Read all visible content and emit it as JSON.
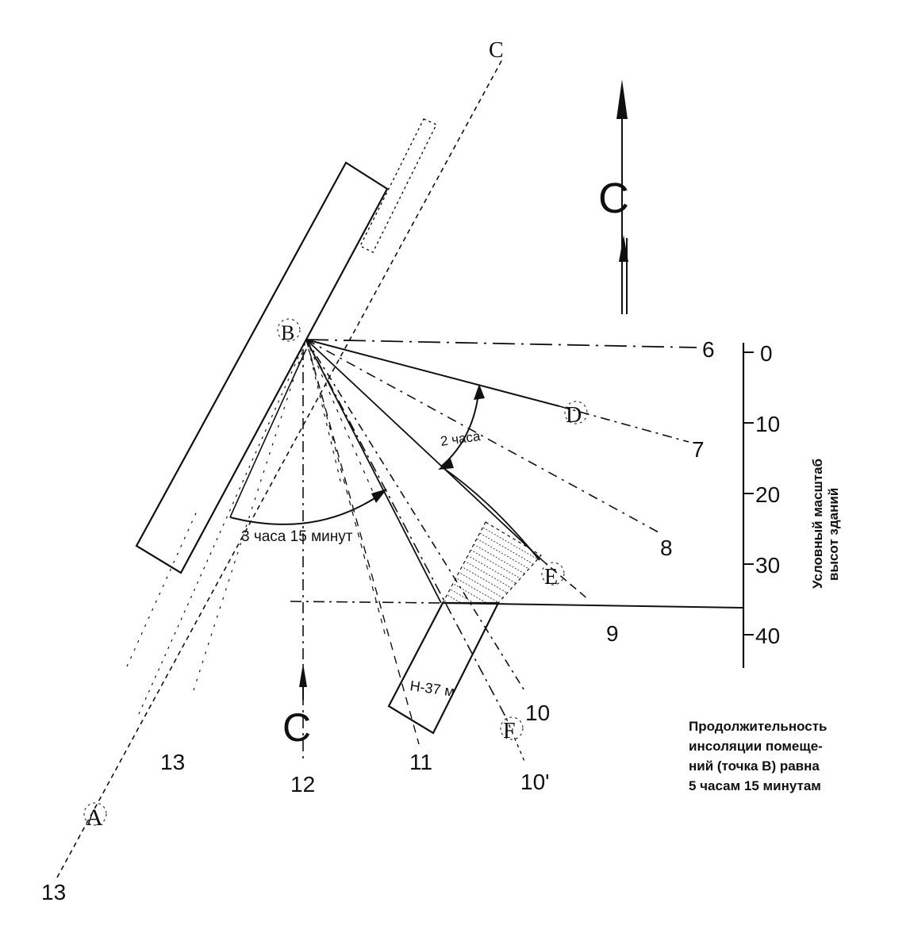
{
  "points": {
    "A": "A",
    "B": "B",
    "C": "C",
    "D": "D",
    "E": "E",
    "F": "F"
  },
  "ray_labels": {
    "r6": "6",
    "r7": "7",
    "r8": "8",
    "r9": "9",
    "r10": "10",
    "r10p": "10'",
    "r11": "11",
    "r12": "12",
    "r13a": "13",
    "r13b": "13"
  },
  "north_symbol": "C",
  "angles": {
    "two_hours": "2 часа",
    "three_hours": "3 часа 15 минут"
  },
  "building_height": "Н-37 м",
  "scale": {
    "title_line1": "Условный масштаб",
    "title_line2": "высот зданий",
    "ticks": [
      "0",
      "10",
      "20",
      "30",
      "40"
    ]
  },
  "note": {
    "line1": "Продолжительность",
    "line2": "инсоляции помеще-",
    "line3": "ний (точка В) равна",
    "line4": "5 часам 15 минутам"
  },
  "colors": {
    "ink": "#111111",
    "paper": "#ffffff"
  }
}
